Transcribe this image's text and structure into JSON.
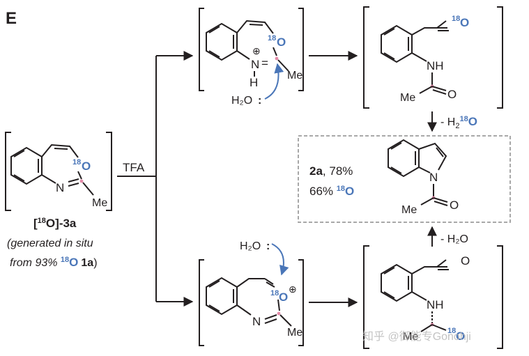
{
  "panel_label": "E",
  "colors": {
    "ink": "#231f20",
    "label_blue": "#4a76b8",
    "label_dot_pink": "#e48aa8",
    "frame_gray": "#8c8c8c"
  },
  "reagent": "TFA",
  "starting_material": {
    "label_bracket_open": "[",
    "label_iso": "18",
    "label_o": "O",
    "label_rest": "]-3a",
    "note_line1": "(generated in situ",
    "note_from": "from 93% ",
    "note_iso": "18",
    "note_o": "O",
    "note_compound": "1a",
    "note_close": ")",
    "atoms": {
      "n": "N",
      "iso": "18",
      "o": "O",
      "me": "Me"
    }
  },
  "upper_intermediate": {
    "atoms": {
      "iso": "18",
      "o": "O",
      "n": "N",
      "charge": "⊕",
      "h": "H",
      "eq": "=",
      "me": "Me"
    },
    "water": "H₂O",
    "water_lp": ":"
  },
  "upper_product": {
    "atoms": {
      "iso": "18",
      "o": "O",
      "nh": "NH",
      "me": "Me",
      "o2": "O"
    }
  },
  "step_upper_to_indole": {
    "prefix": "- H",
    "sub": "2",
    "iso": "18",
    "o": "O"
  },
  "lower_intermediate": {
    "water": "H₂O",
    "water_lp": ":",
    "atoms": {
      "iso": "18",
      "o": "O",
      "charge": "⊕",
      "n": "N",
      "me": "Me"
    }
  },
  "lower_product": {
    "atoms": {
      "o": "O",
      "nh": "NH",
      "me": "Me",
      "iso": "18",
      "o2": "O"
    }
  },
  "step_lower_to_indole": {
    "text": "- H₂O"
  },
  "result": {
    "compound": "2a",
    "yield": ", 78%",
    "incorporation": "66% ",
    "iso": "18",
    "o": "O",
    "atoms": {
      "n": "N",
      "me": "Me",
      "o": "O"
    }
  },
  "watermark": "知乎 @御能专Gonohji"
}
